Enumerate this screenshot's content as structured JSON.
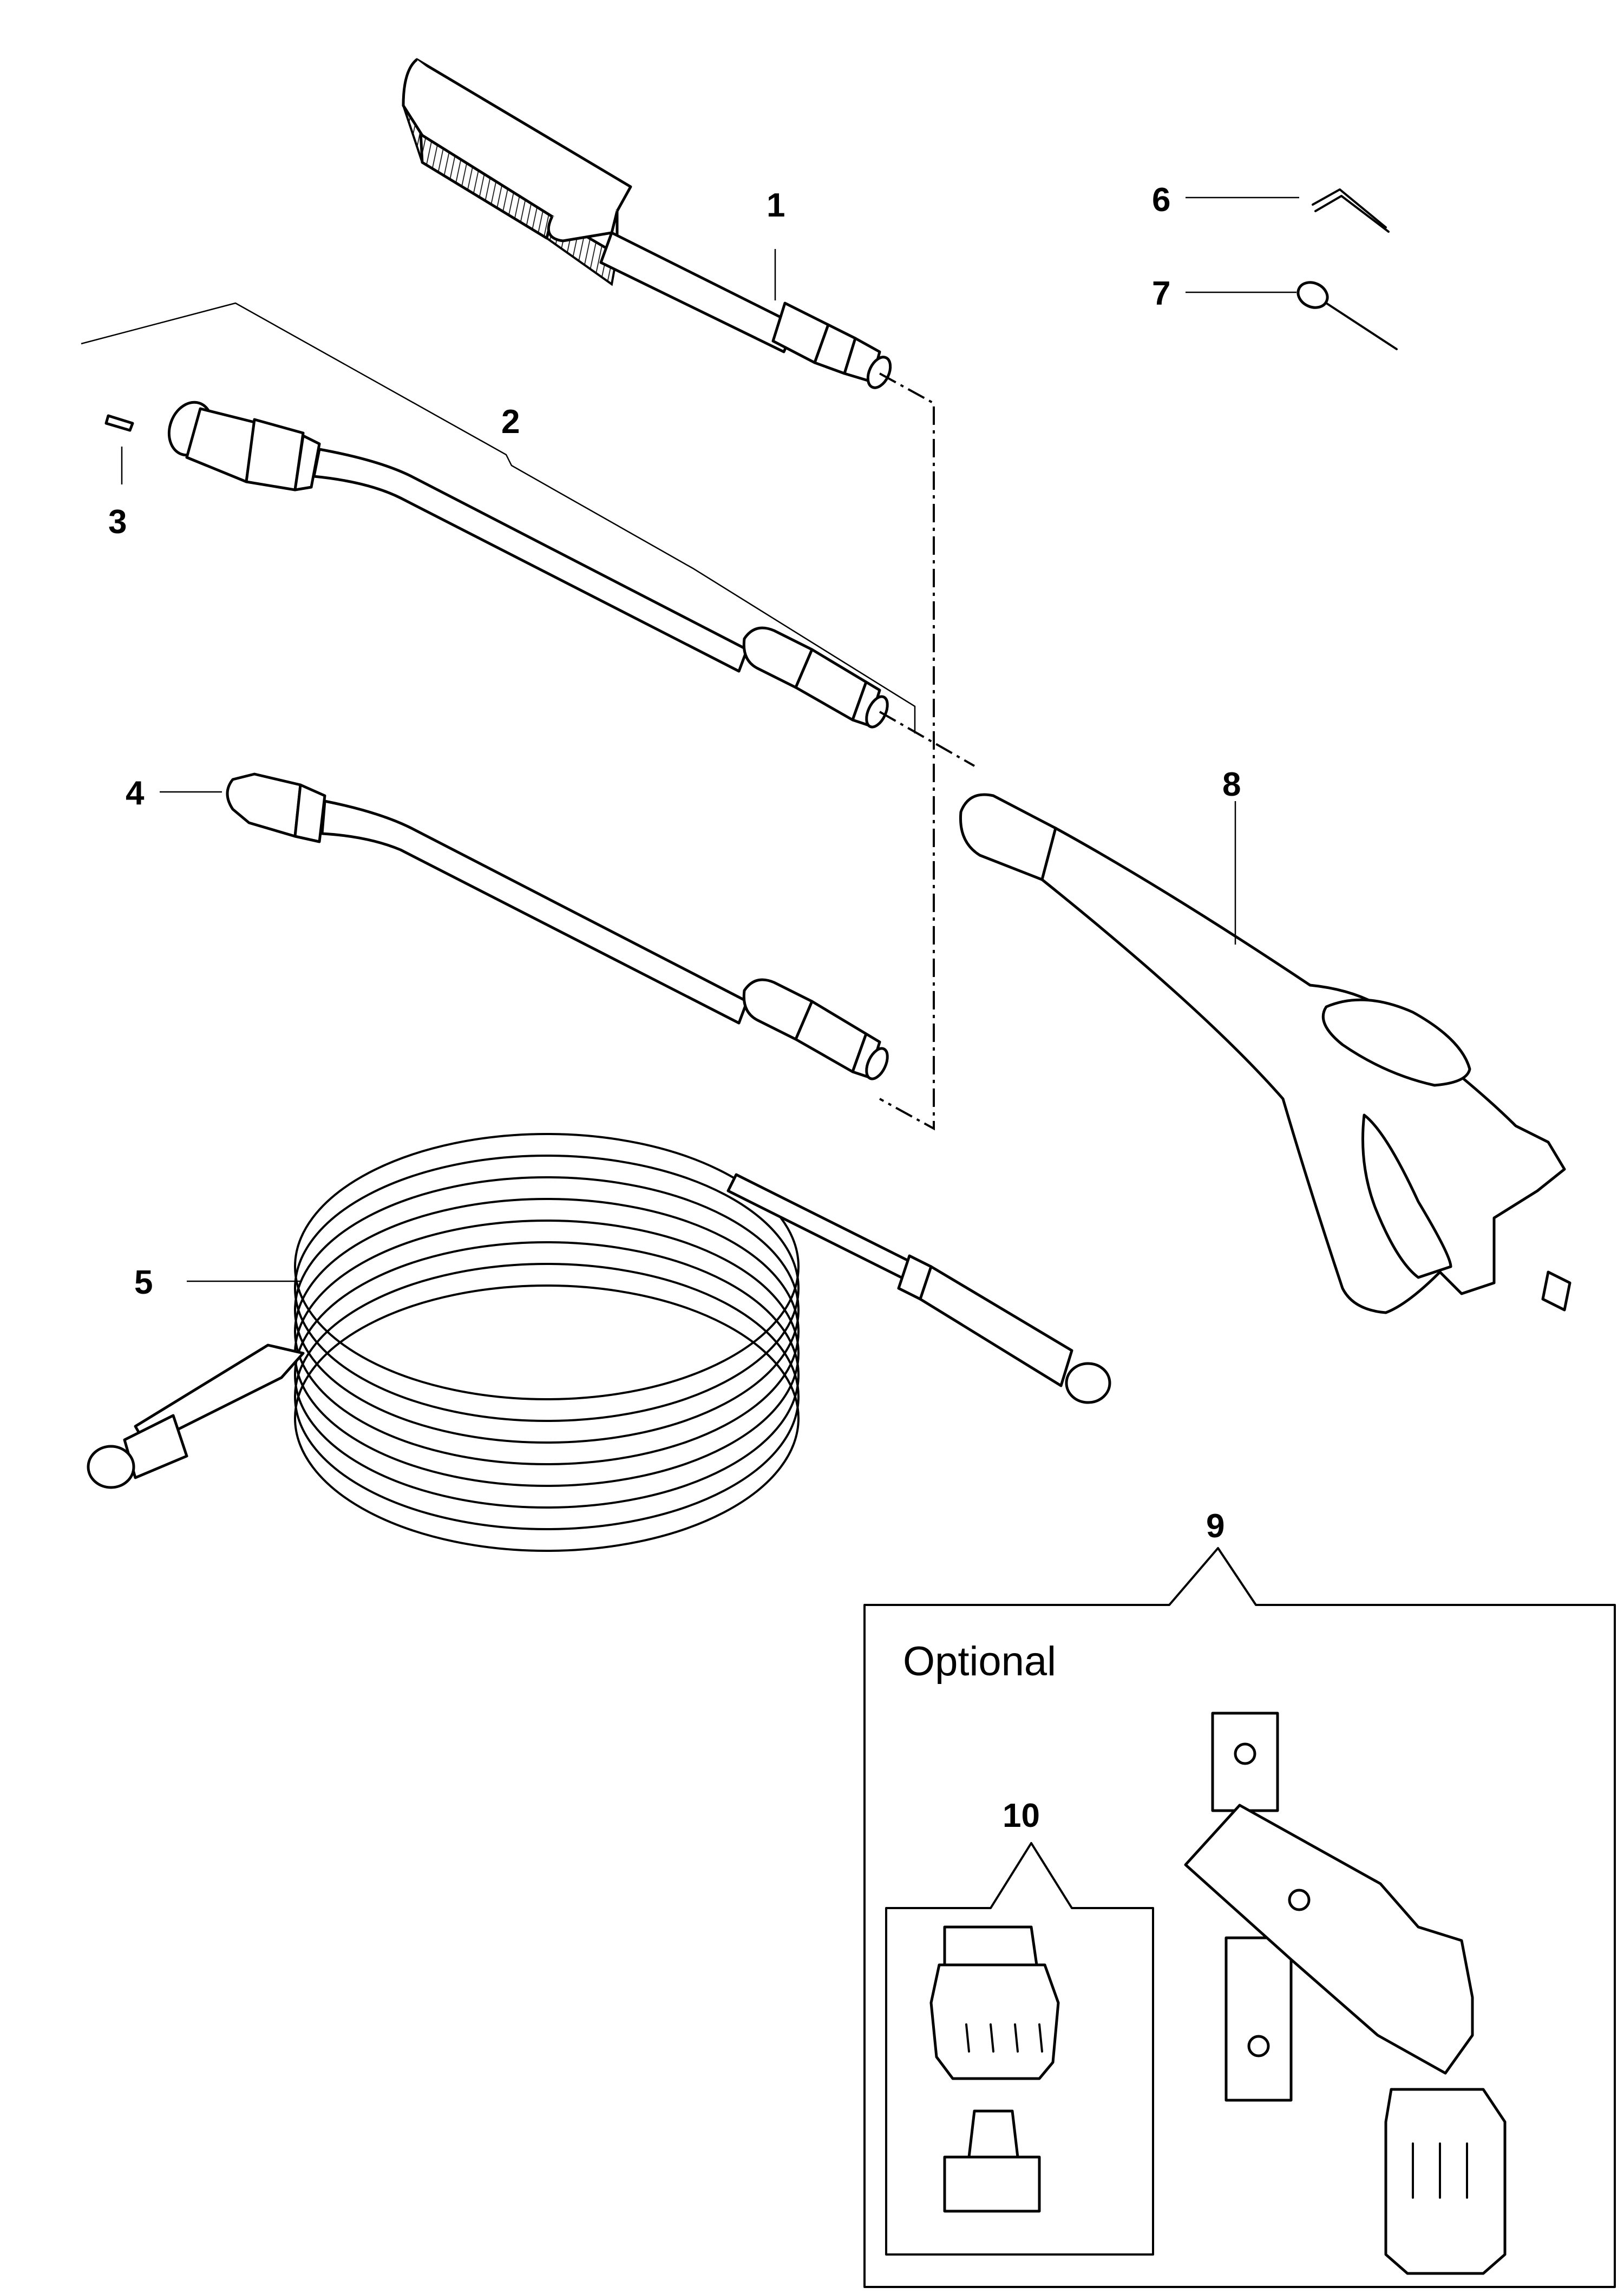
{
  "diagram": {
    "optional_group": {
      "label": "Optional"
    },
    "callouts": [
      {
        "number": "1",
        "part": "brush"
      },
      {
        "number": "2",
        "part": "lance"
      },
      {
        "number": "3",
        "part": "pin"
      },
      {
        "number": "4",
        "part": "lance"
      },
      {
        "number": "5",
        "part": "hose"
      },
      {
        "number": "6",
        "part": "hex-key"
      },
      {
        "number": "7",
        "part": "nozzle-cleaning-tool"
      },
      {
        "number": "8",
        "part": "trigger-gun"
      },
      {
        "number": "9",
        "part": "adapter-kit"
      },
      {
        "number": "10",
        "part": "quick-coupling"
      }
    ]
  }
}
